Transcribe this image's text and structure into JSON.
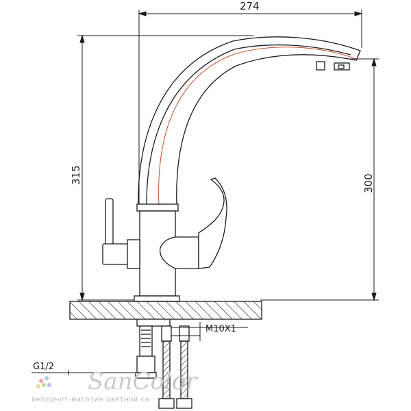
{
  "dimensions": {
    "width_label": "274",
    "total_height_label": "315",
    "spout_height_label": "300"
  },
  "threads": {
    "hose_thread": "M10X1",
    "pipe_thread": "G1/2"
  },
  "watermark": {
    "brand": "SanColor",
    "tagline": "интернет-магазин цветной са"
  },
  "colors": {
    "line": "#1a1a1a",
    "centerline": "#c0502a",
    "watermark": "#c9c9c9"
  }
}
